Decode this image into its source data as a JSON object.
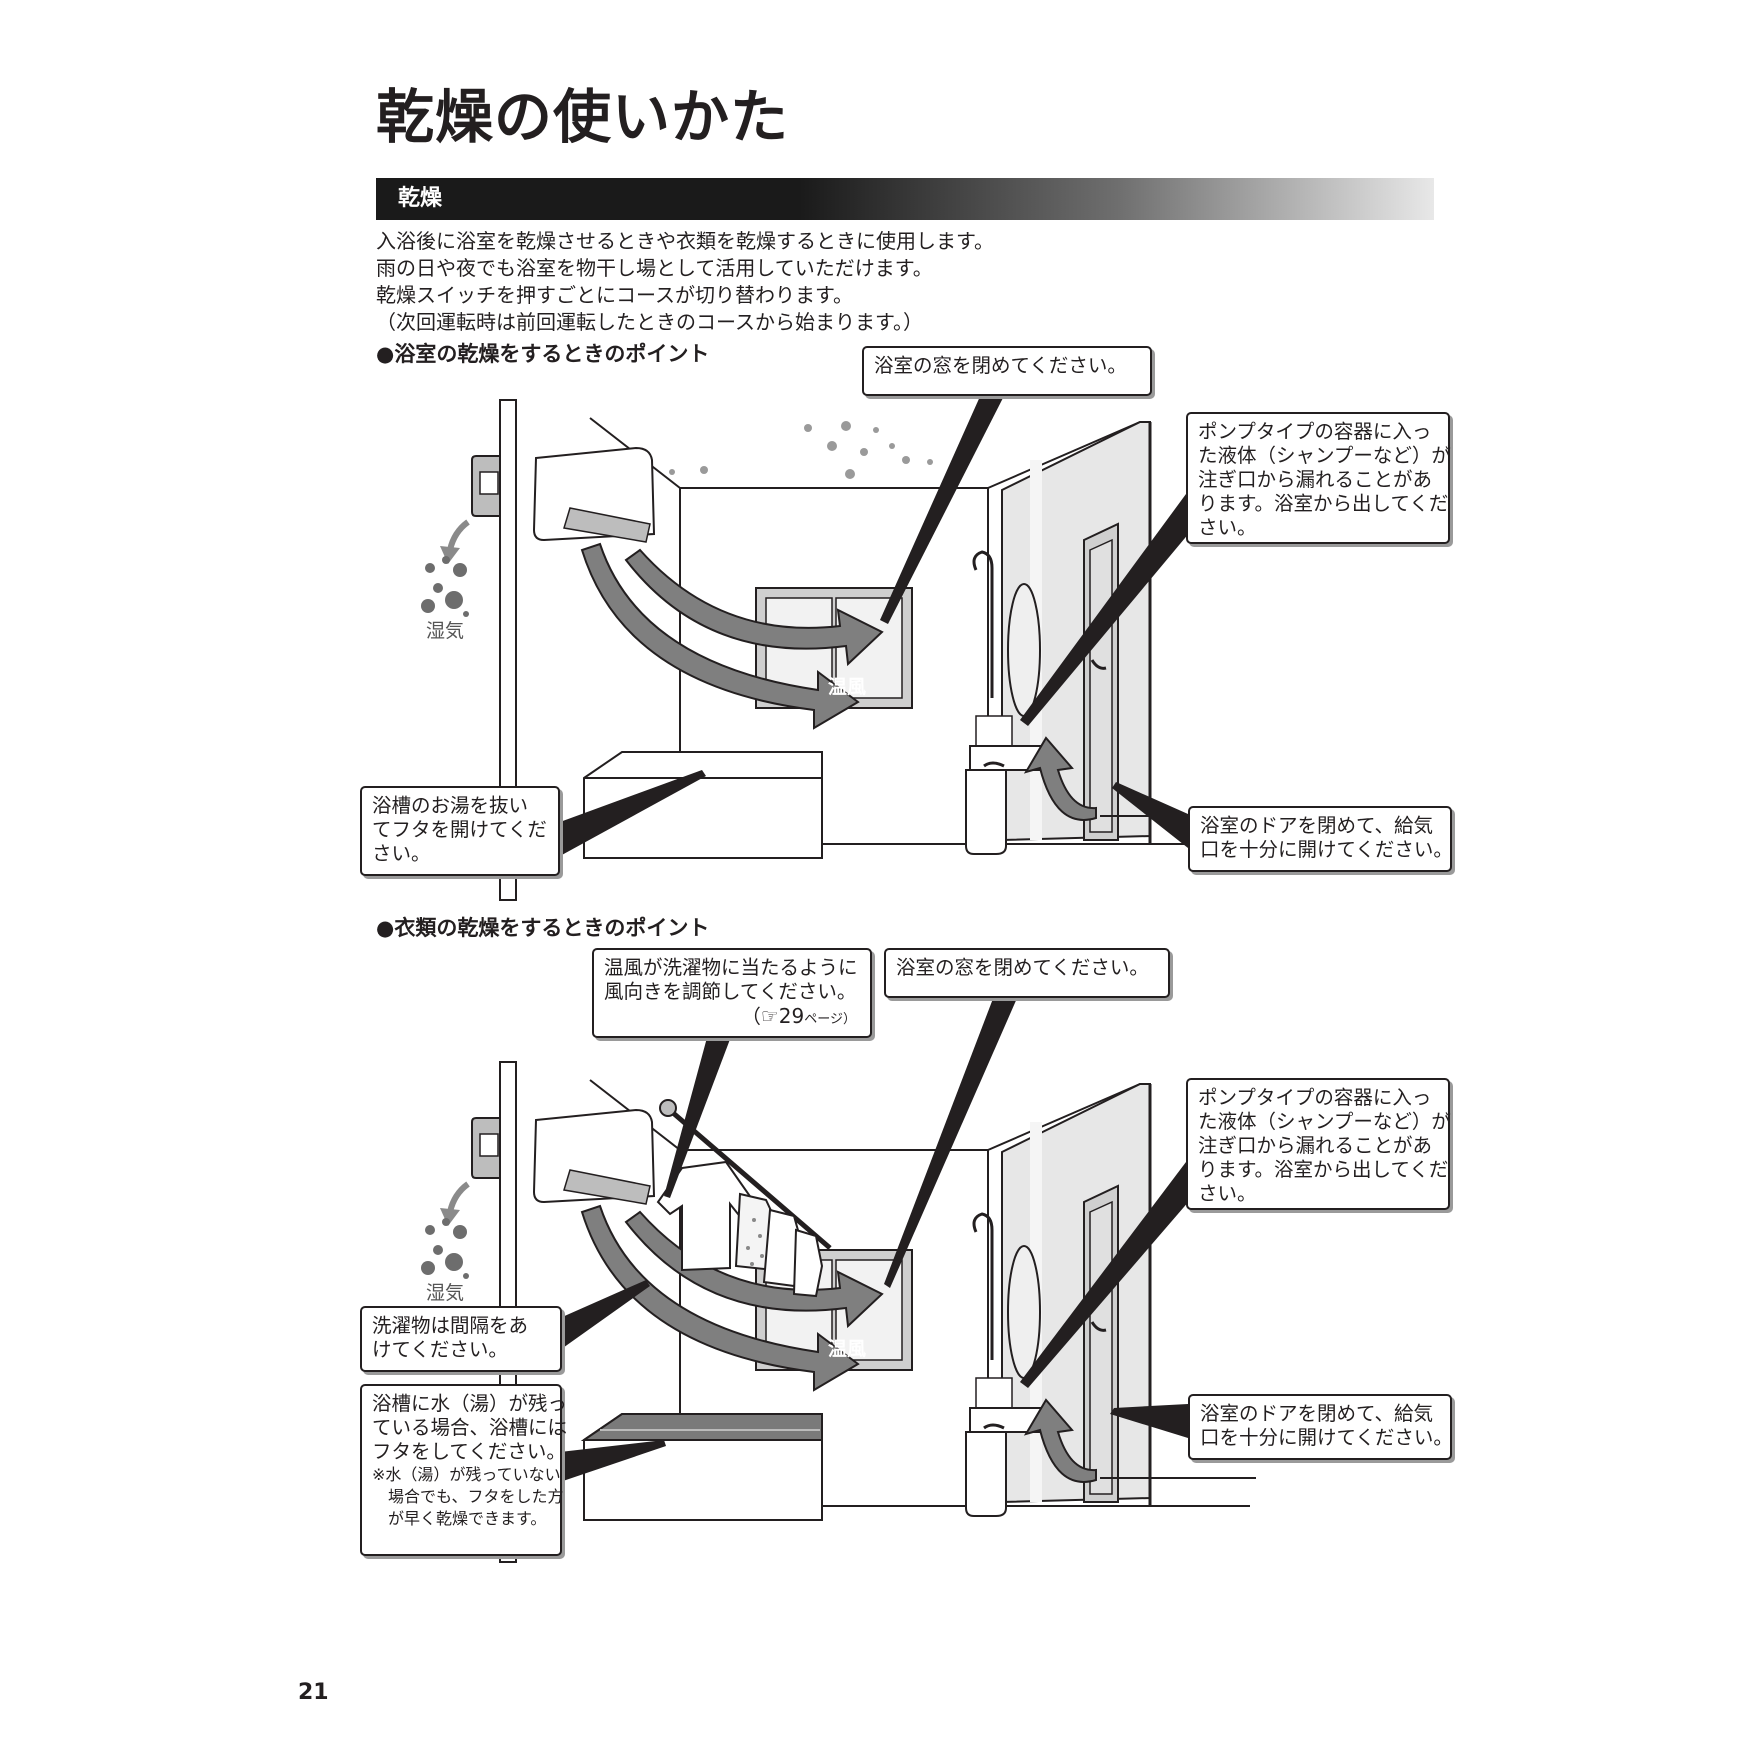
{
  "title": "乾燥の使いかた",
  "section_label": "乾燥",
  "intro_lines": [
    "入浴後に浴室を乾燥させるときや衣類を乾燥するときに使用します。",
    "雨の日や夜でも浴室を物干し場として活用していただけます。",
    "乾燥スイッチを押すごとにコースが切り替わります。",
    "（次回運転時は前回運転したときのコースから始まります。）"
  ],
  "bathroom_point": {
    "heading": "●浴室の乾燥をするときのポイント",
    "window_note": "浴室の窓を閉めてください。",
    "pump_note": [
      "ポンプタイプの容器に入っ",
      "た液体（シャンプーなど）が",
      "注ぎ口から漏れることがあ",
      "ります。浴室から出してくだ",
      "さい。"
    ],
    "tub_note": [
      "浴槽のお湯を抜い",
      "てフタを開けてくだ",
      "さい。"
    ],
    "door_note": [
      "浴室のドアを閉めて、給気",
      "口を十分に開けてください。"
    ],
    "humidity_label": "湿気",
    "warm_air_label": "温風"
  },
  "laundry_point": {
    "heading": "●衣類の乾燥をするときのポイント",
    "airflow_note": [
      "温風が洗濯物に当たるように",
      "風向きを調節してください。"
    ],
    "airflow_ref_open": "（",
    "airflow_ref_page": "29",
    "airflow_ref_suffix": "ページ）",
    "window_note": "浴室の窓を閉めてください。",
    "pump_note": [
      "ポンプタイプの容器に入っ",
      "た液体（シャンプーなど）が",
      "注ぎ口から漏れることがあ",
      "ります。浴室から出してくだ",
      "さい。"
    ],
    "spacing_note": [
      "洗濯物は間隔をあ",
      "けてください。"
    ],
    "tub_note": [
      "浴槽に水（湯）が残っ",
      "ている場合、浴槽には",
      "フタをしてください。"
    ],
    "tub_subnote": [
      "※水（湯）が残っていない",
      "　場合でも、フタをした方",
      "　が早く乾燥できます。"
    ],
    "door_note": [
      "浴室のドアを閉めて、給気",
      "口を十分に開けてください。"
    ],
    "humidity_label": "湿気",
    "warm_air_label": "温風"
  },
  "page_number": "21",
  "colors": {
    "ink": "#231f20",
    "arrow_gray": "#8a8a8a",
    "panel_gray": "#d0d0d0",
    "bar_dark": "#1a1a1a"
  },
  "icons": [
    "bathroom-dryer-unit-icon",
    "pointing-hand-icon",
    "humidity-dots-icon",
    "warm-air-arrow-icon"
  ]
}
